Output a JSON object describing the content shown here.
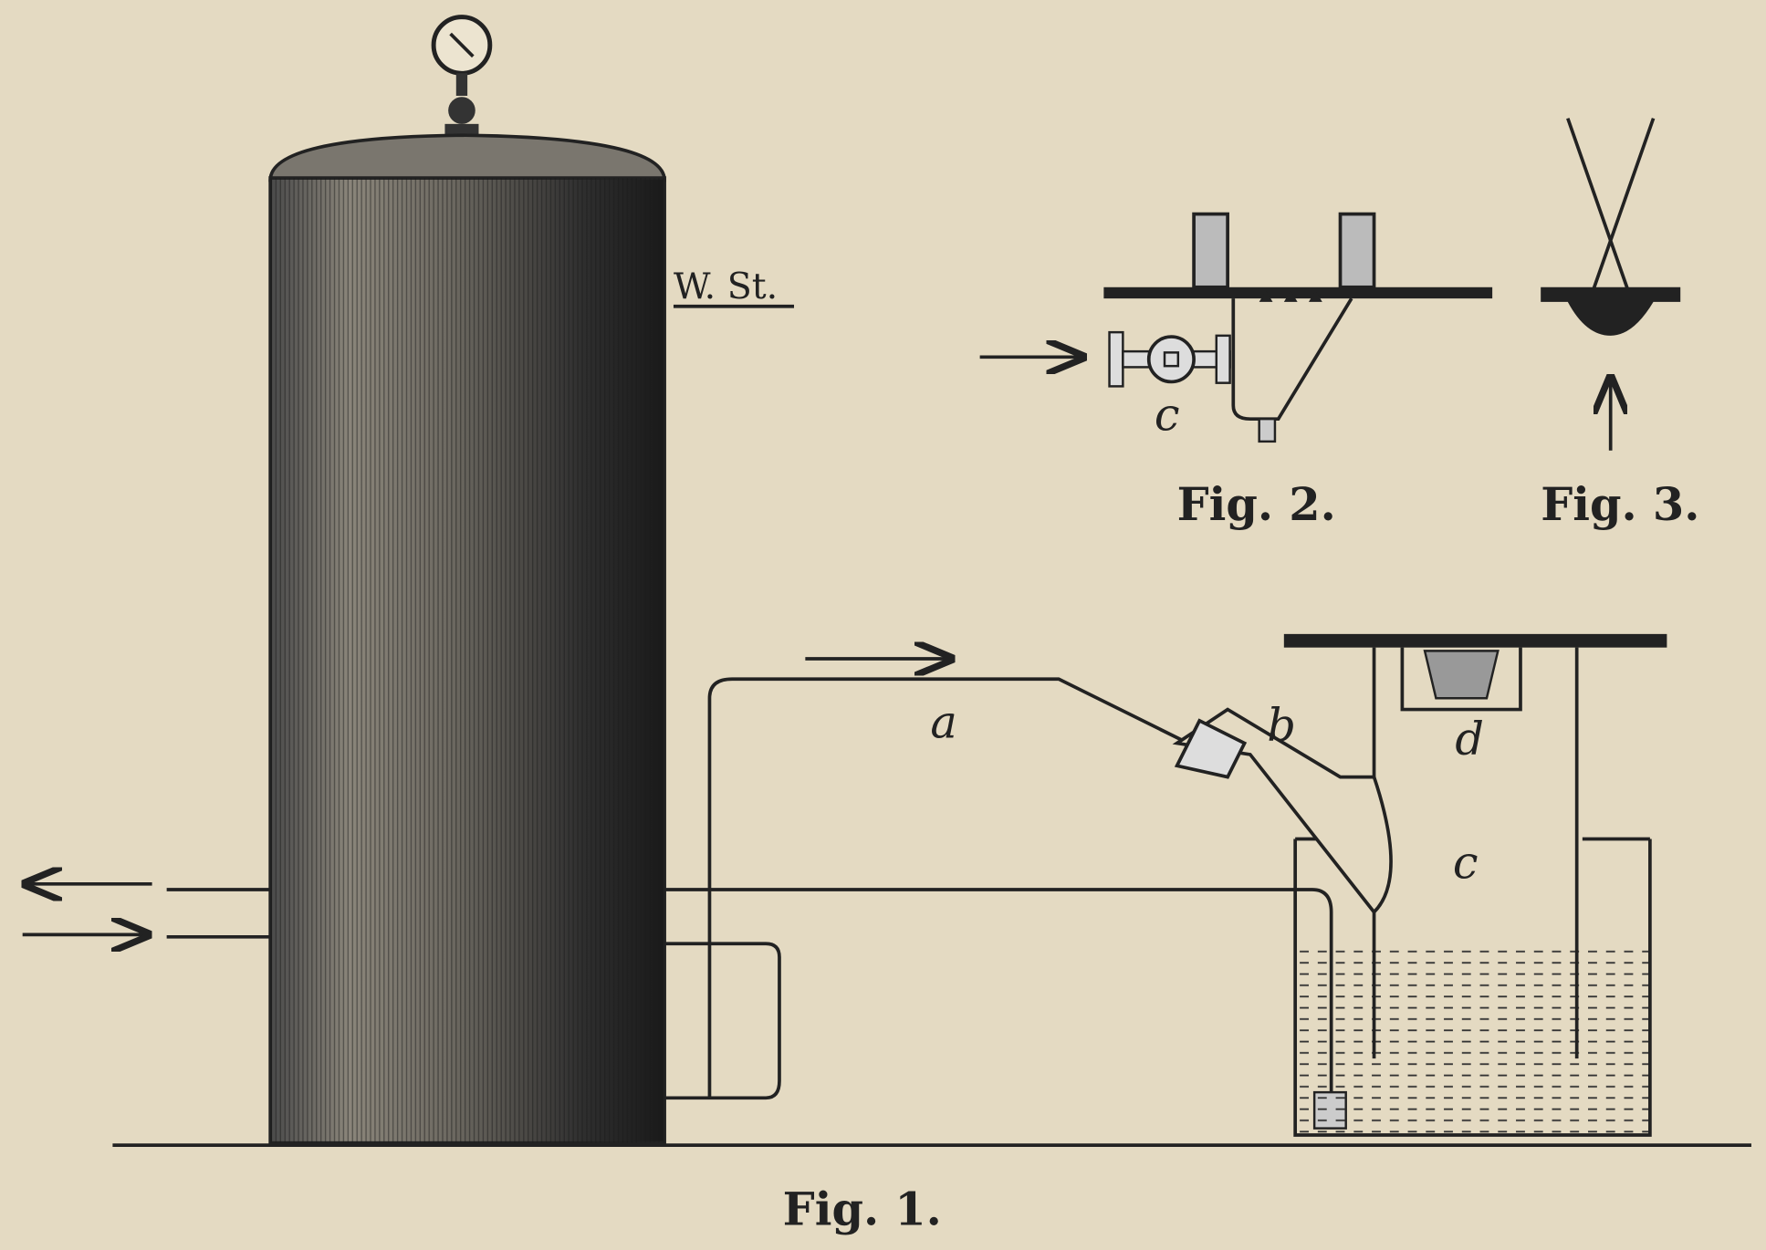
{
  "figures": {
    "fig1": {
      "caption": "Fig. 1.",
      "labels": {
        "water_level": "W. St.",
        "pipe": "a",
        "burner_inlet": "b",
        "chamber": "c",
        "burner": "d"
      }
    },
    "fig2": {
      "caption": "Fig. 2.",
      "labels": {
        "valve": "c"
      }
    },
    "fig3": {
      "caption": "Fig. 3."
    }
  },
  "colors": {
    "paper": "#e4dac2",
    "ink": "#222222",
    "water": "#b9b1a0"
  }
}
